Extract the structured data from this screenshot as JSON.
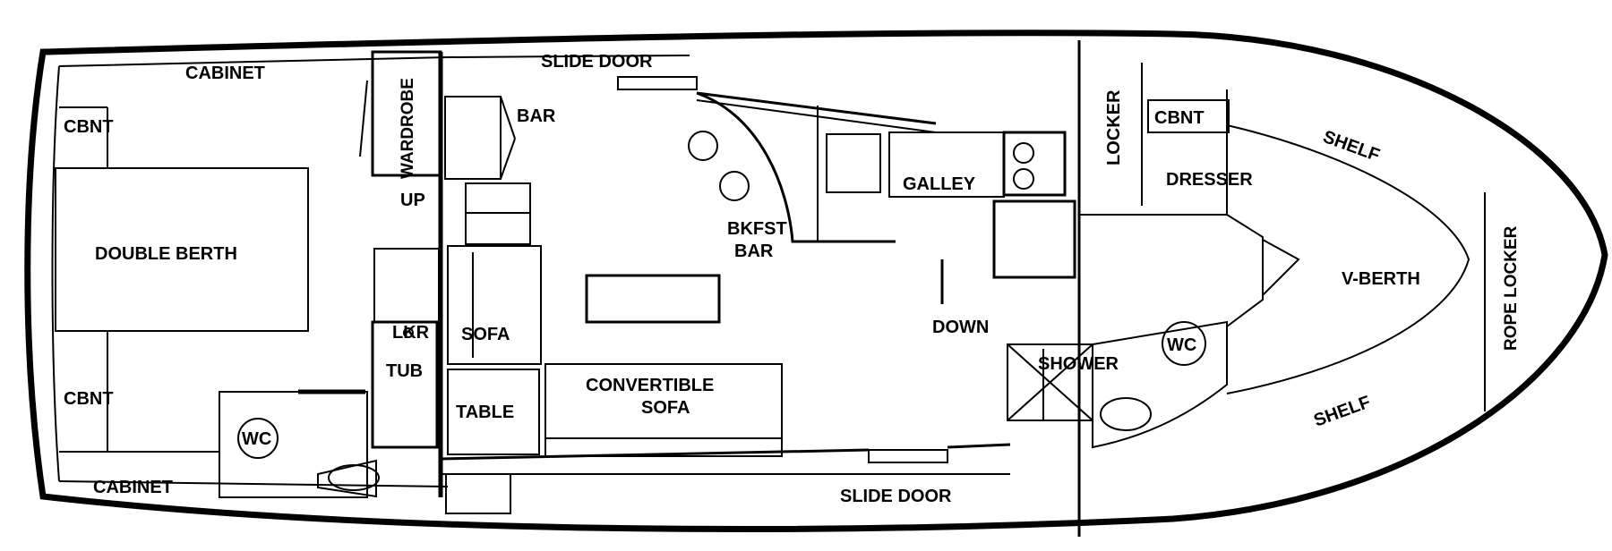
{
  "labels": {
    "cabinet_top": "CABINET",
    "cabinet_bottom": "CABINET",
    "cbnt_aft_top": "CBNT",
    "cbnt_aft_bottom": "CBNT",
    "cbnt_fwd": "CBNT",
    "wardrobe": "WARDROBE",
    "slide_door_top": "SLIDE DOOR",
    "slide_door_bottom": "SLIDE DOOR",
    "bar": "BAR",
    "up": "UP",
    "double_berth": "DOUBLE BERTH",
    "lkr": "LKR",
    "sofa": "SOFA",
    "tub": "TUB",
    "wc_aft": "WC",
    "wc_fwd": "WC",
    "table": "TABLE",
    "convertible_sofa_line1": "CONVERTIBLE",
    "convertible_sofa_line2": "SOFA",
    "bkfst_line1": "BKFST",
    "bkfst_line2": "BAR",
    "galley": "GALLEY",
    "down": "DOWN",
    "locker": "LOCKER",
    "dresser": "DRESSER",
    "shower": "SHOWER",
    "shelf_top": "SHELF",
    "shelf_bottom": "SHELF",
    "v_berth": "V-BERTH",
    "rope_locker": "ROPE LOCKER"
  }
}
